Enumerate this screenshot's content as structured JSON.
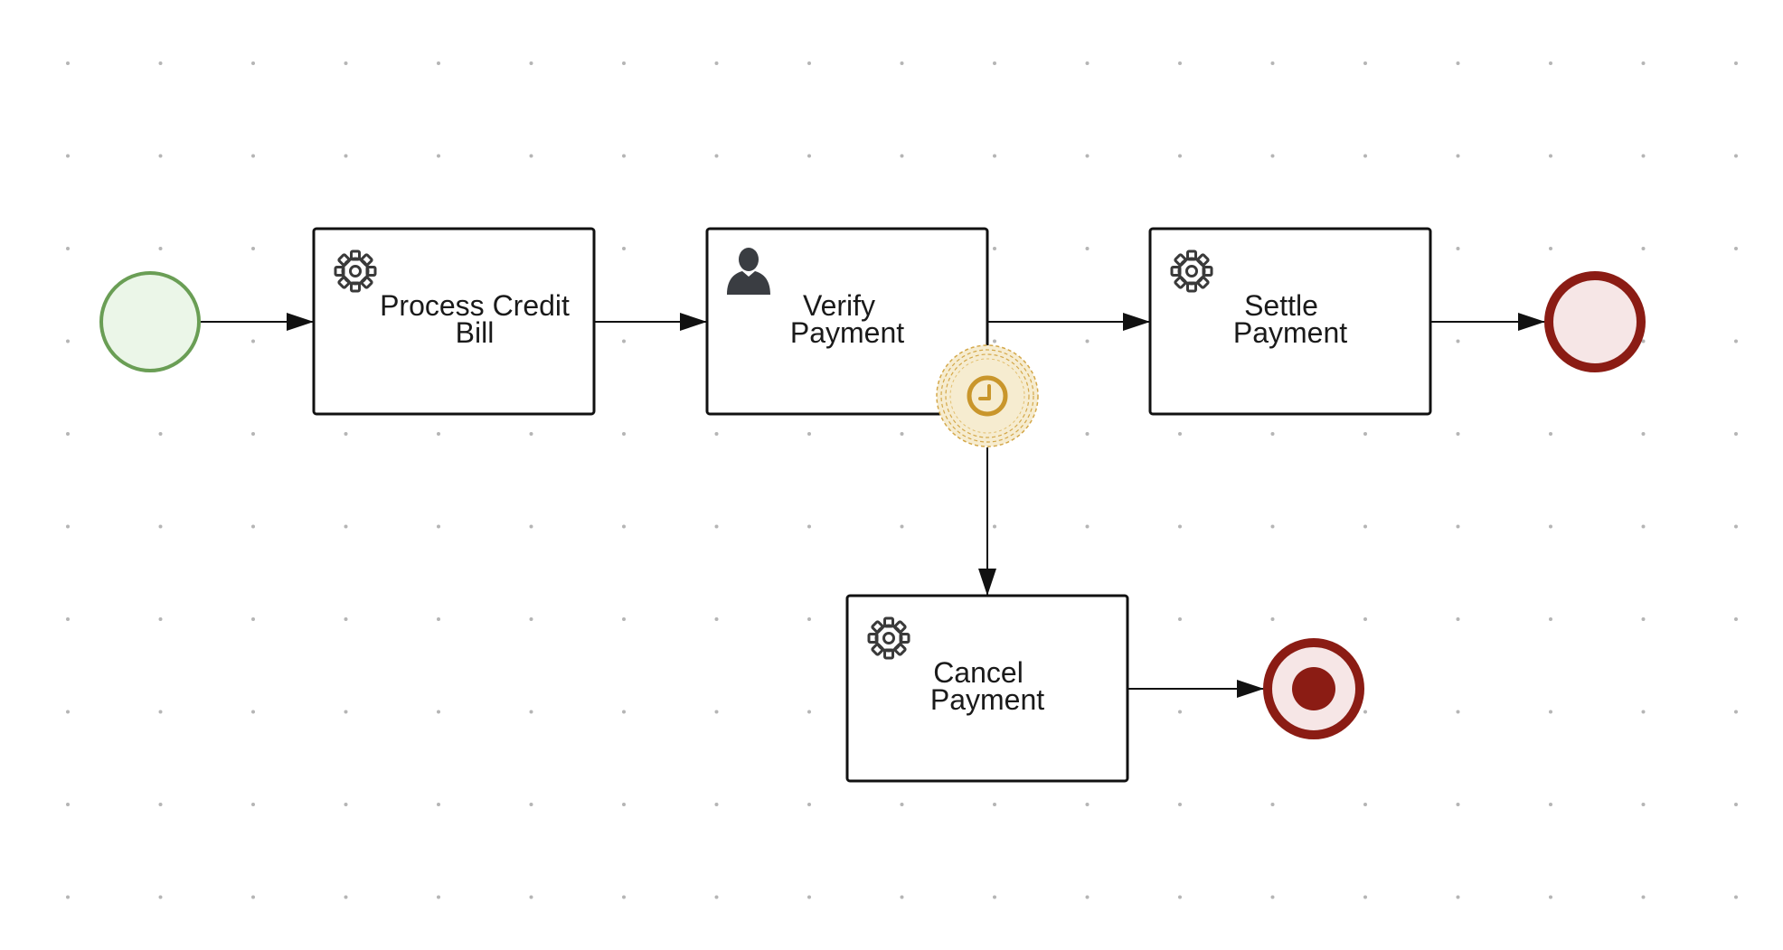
{
  "diagram": {
    "colors": {
      "start_stroke": "#6a9e55",
      "start_fill": "#ebf6e8",
      "end_stroke": "#8b1c14",
      "end_fill": "#f6e6e6",
      "timer_stroke": "#d4a84a",
      "timer_fill": "#f6ecd0",
      "timer_icon": "#c9962c",
      "line": "#111111"
    },
    "start_event": {
      "type": "none"
    },
    "tasks": {
      "process_credit_bill": {
        "type": "service-task",
        "icon": "gear-icon",
        "line1": "Process Credit",
        "line2": "Bill"
      },
      "verify_payment": {
        "type": "user-task",
        "icon": "user-icon",
        "line1": "Verify",
        "line2": "Payment"
      },
      "settle_payment": {
        "type": "service-task",
        "icon": "gear-icon",
        "line1": "Settle",
        "line2": "Payment"
      },
      "cancel_payment": {
        "type": "service-task",
        "icon": "gear-icon",
        "line1": "Cancel",
        "line2": "Payment"
      }
    },
    "boundary_event": {
      "type": "timer",
      "attached_to": "verify_payment",
      "icon": "clock-icon"
    },
    "end_events": {
      "settle_end": {
        "type": "none"
      },
      "cancel_end": {
        "type": "terminate"
      }
    },
    "flows": [
      {
        "from": "start_event",
        "to": "process_credit_bill"
      },
      {
        "from": "process_credit_bill",
        "to": "verify_payment"
      },
      {
        "from": "verify_payment",
        "to": "settle_payment"
      },
      {
        "from": "settle_payment",
        "to": "settle_end"
      },
      {
        "from": "boundary_event",
        "to": "cancel_payment"
      },
      {
        "from": "cancel_payment",
        "to": "cancel_end"
      }
    ]
  }
}
